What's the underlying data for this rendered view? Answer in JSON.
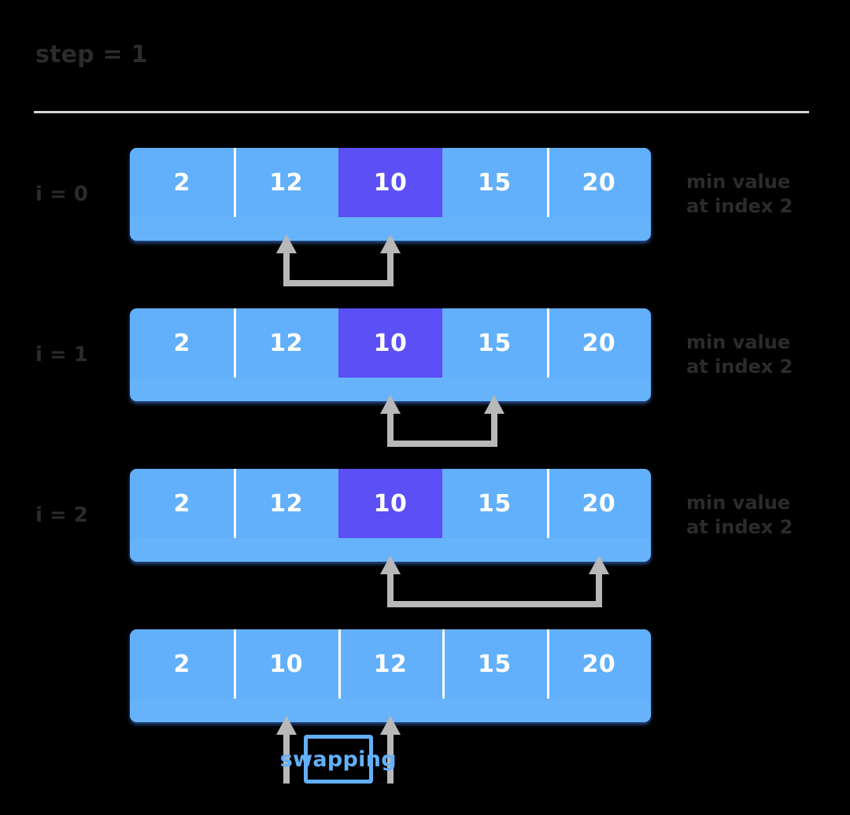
{
  "header": {
    "step_label": "step = 1"
  },
  "colors": {
    "background": "#000000",
    "cell": "#62b0fb",
    "cell_highlight": "#5b4ff5",
    "cell_text": "#ffffff",
    "label_text": "#2b2b2b",
    "connector": "#b8b8b8",
    "divider": "#d6d6d6",
    "swap_accent": "#62b0fb"
  },
  "rows": [
    {
      "index_label": "i = 0",
      "values": [
        "2",
        "12",
        "10",
        "15",
        "20"
      ],
      "highlight_index": 2,
      "note": "min value\nat index 2",
      "connector": {
        "from_index": 1,
        "to_index": 2
      }
    },
    {
      "index_label": "i = 1",
      "values": [
        "2",
        "12",
        "10",
        "15",
        "20"
      ],
      "highlight_index": 2,
      "note": "min value\nat index 2",
      "connector": {
        "from_index": 2,
        "to_index": 3
      }
    },
    {
      "index_label": "i = 2",
      "values": [
        "2",
        "12",
        "10",
        "15",
        "20"
      ],
      "highlight_index": 2,
      "note": "min value\nat index 2",
      "connector": {
        "from_index": 2,
        "to_index": 4
      }
    },
    {
      "index_label": "",
      "values": [
        "2",
        "10",
        "12",
        "15",
        "20"
      ],
      "highlight_index": -1,
      "note": "",
      "connector": null
    }
  ],
  "swap_callout": {
    "label": "swapping",
    "from_index": 1,
    "to_index": 2
  }
}
